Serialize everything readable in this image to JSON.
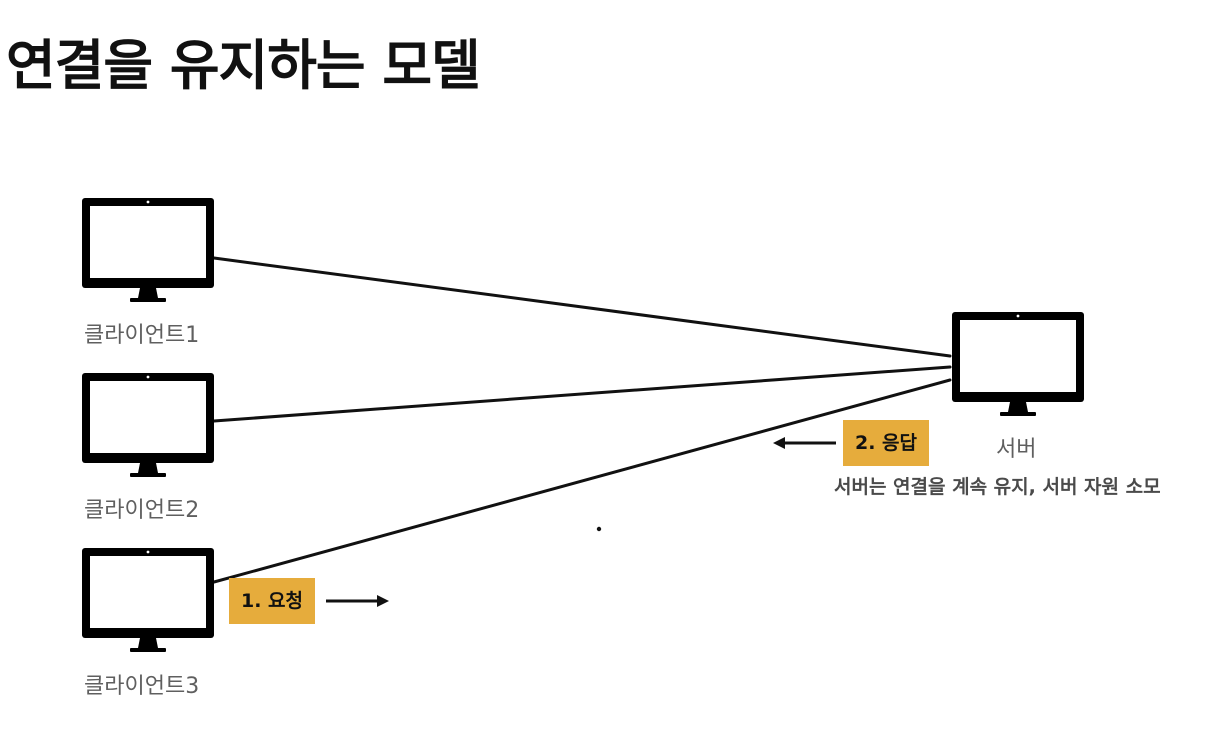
{
  "title": "연결을 유지하는 모델",
  "nodes": {
    "client1": "클라이언트1",
    "client2": "클라이언트2",
    "client3": "클라이언트3",
    "server": "서버"
  },
  "request_label": "1. 요청",
  "response_label": "2. 응답",
  "server_note": "서버는 연결을 계속 유지, 서버 자원 소모",
  "colors": {
    "badge": "#e6ac3c",
    "monitor": "#000000",
    "line": "#111111"
  },
  "icons": {
    "client": "monitor-icon",
    "server": "monitor-icon"
  }
}
